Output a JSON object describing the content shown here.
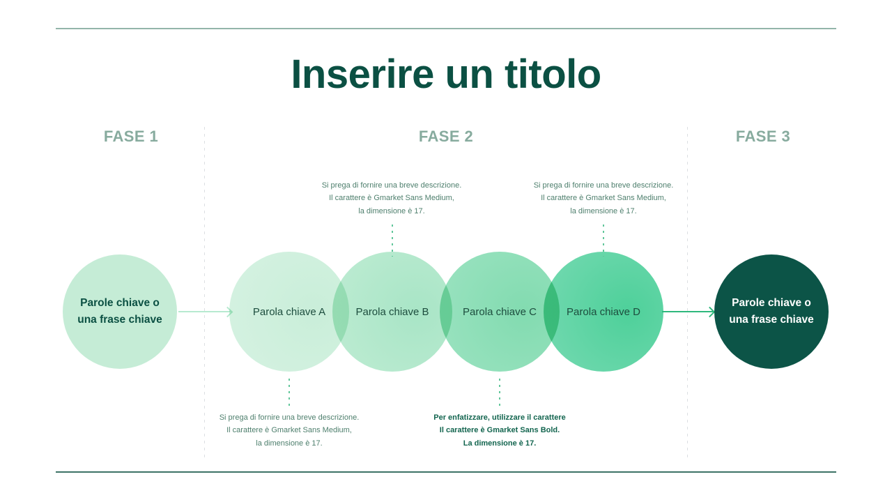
{
  "slide": {
    "title": "Inserire un titolo",
    "colors": {
      "title": "#0b5043",
      "phase_label": "#87ab9e",
      "note": "#4e7f6d",
      "note_bold": "#13654f",
      "rule_top": "#93b5aa",
      "rule_bottom": "#3d7366",
      "arrow_left": "#b7ead0",
      "arrow_right": "#2fb87d",
      "start_circle_bg": "#c5ecd6",
      "finish_circle_bg": "#0c5447",
      "finish_circle_text": "#ffffff"
    }
  },
  "phases": [
    {
      "label": "FASE 1"
    },
    {
      "label": "FASE 2"
    },
    {
      "label": "FASE 3"
    }
  ],
  "endpoints": {
    "start": {
      "line1": "Parole chiave o",
      "line2": "una frase chiave"
    },
    "finish": {
      "line1": "Parole chiave o",
      "line2": "una frase chiave"
    }
  },
  "steps": [
    {
      "label": "Parola chiave A"
    },
    {
      "label": "Parola chiave B"
    },
    {
      "label": "Parola chiave C"
    },
    {
      "label": "Parola chiave D"
    }
  ],
  "notes": {
    "b_top": {
      "line1": "Si prega di fornire una breve descrizione.",
      "line2": "Il carattere è Gmarket Sans Medium,",
      "line3": "la dimensione è 17."
    },
    "d_top": {
      "line1": "Si prega di fornire una breve descrizione.",
      "line2": "Il carattere è Gmarket Sans Medium,",
      "line3": "la dimensione è 17."
    },
    "a_bottom": {
      "line1": "Si prega di fornire una breve descrizione.",
      "line2": "Il carattere è Gmarket Sans Medium,",
      "line3": "la dimensione è 17."
    },
    "c_bottom": {
      "line1": "Per enfatizzare, utilizzare il carattere",
      "line2": "Il carattere è Gmarket Sans Bold.",
      "line3": "La dimensione è 17."
    }
  }
}
